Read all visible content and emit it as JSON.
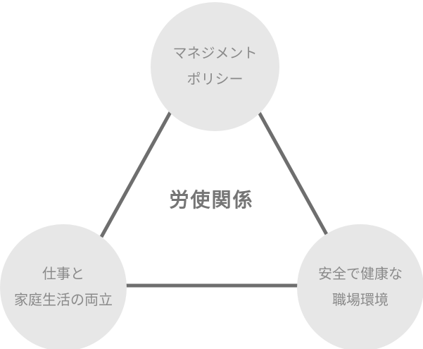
{
  "diagram": {
    "center_label": "労使関係",
    "nodes": [
      {
        "id": "management-policy",
        "lines": [
          "マネジメント",
          "ポリシー"
        ]
      },
      {
        "id": "work-family-balance",
        "lines": [
          "仕事と",
          "家庭生活の両立"
        ]
      },
      {
        "id": "safe-healthy-workplace",
        "lines": [
          "安全で健康な",
          "職場環境"
        ]
      }
    ],
    "colors": {
      "circle_fill": "#e7e7e7",
      "circle_text": "#8a8a8a",
      "connector_line": "#6e6e6e",
      "center_text": "#757575",
      "background": "#ffffff"
    }
  }
}
